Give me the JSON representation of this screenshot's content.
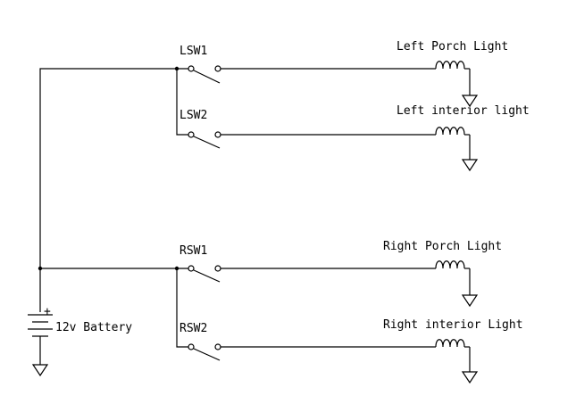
{
  "battery": {
    "label": "12v Battery",
    "plus_sign": "+"
  },
  "switches": [
    {
      "id": "lsw1",
      "label": "LSW1"
    },
    {
      "id": "lsw2",
      "label": "LSW2"
    },
    {
      "id": "rsw1",
      "label": "RSW1"
    },
    {
      "id": "rsw2",
      "label": "RSW2"
    }
  ],
  "lights": [
    {
      "id": "left-porch",
      "label": "Left Porch Light"
    },
    {
      "id": "left-interior",
      "label": "Left interior light"
    },
    {
      "id": "right-porch",
      "label": "Right Porch Light"
    },
    {
      "id": "right-interior",
      "label": "Right interior Light"
    }
  ]
}
